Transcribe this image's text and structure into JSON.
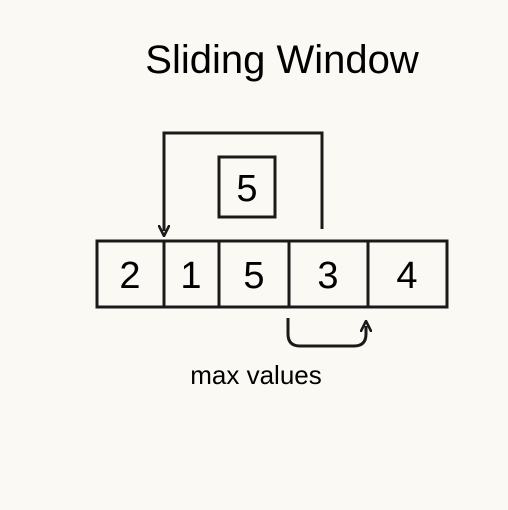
{
  "title": "Sliding Window",
  "window_max": "5",
  "cells": [
    "2",
    "1",
    "5",
    "3",
    "4"
  ],
  "caption": "max values",
  "colors": {
    "background": "#faf9f4",
    "ink": "#1a1a1a"
  }
}
